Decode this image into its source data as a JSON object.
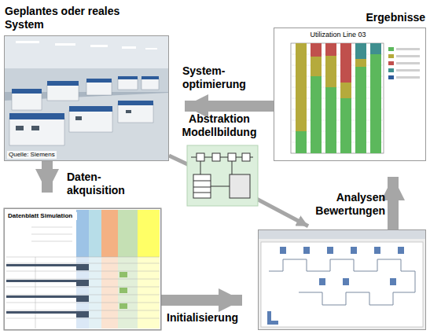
{
  "diagram": {
    "nodes": [
      {
        "text": [
          "Geplantes oder reales System",
          "Quelle: Siemens"
        ]
      },
      {
        "text": [
          "Ergebnisse",
          "Utilization Line 03"
        ]
      },
      {
        "text": [
          "Datenblatt Simulation"
        ]
      },
      {
        "text": []
      }
    ],
    "edges": [
      {
        "from": 0,
        "to": 2,
        "arrow": "to",
        "label": "Daten- akquisition"
      },
      {
        "from": 2,
        "to": 3,
        "arrow": "to",
        "label": "Initialisierung"
      },
      {
        "from": 0,
        "to": 3,
        "arrow": "to",
        "label": "Abstraktion Modellbildung"
      },
      {
        "from": 3,
        "to": 1,
        "arrow": "to",
        "label": "Analysen Bewertungen"
      },
      {
        "from": 1,
        "to": 0,
        "arrow": "to",
        "label": "System- optimierung"
      }
    ]
  }
}
